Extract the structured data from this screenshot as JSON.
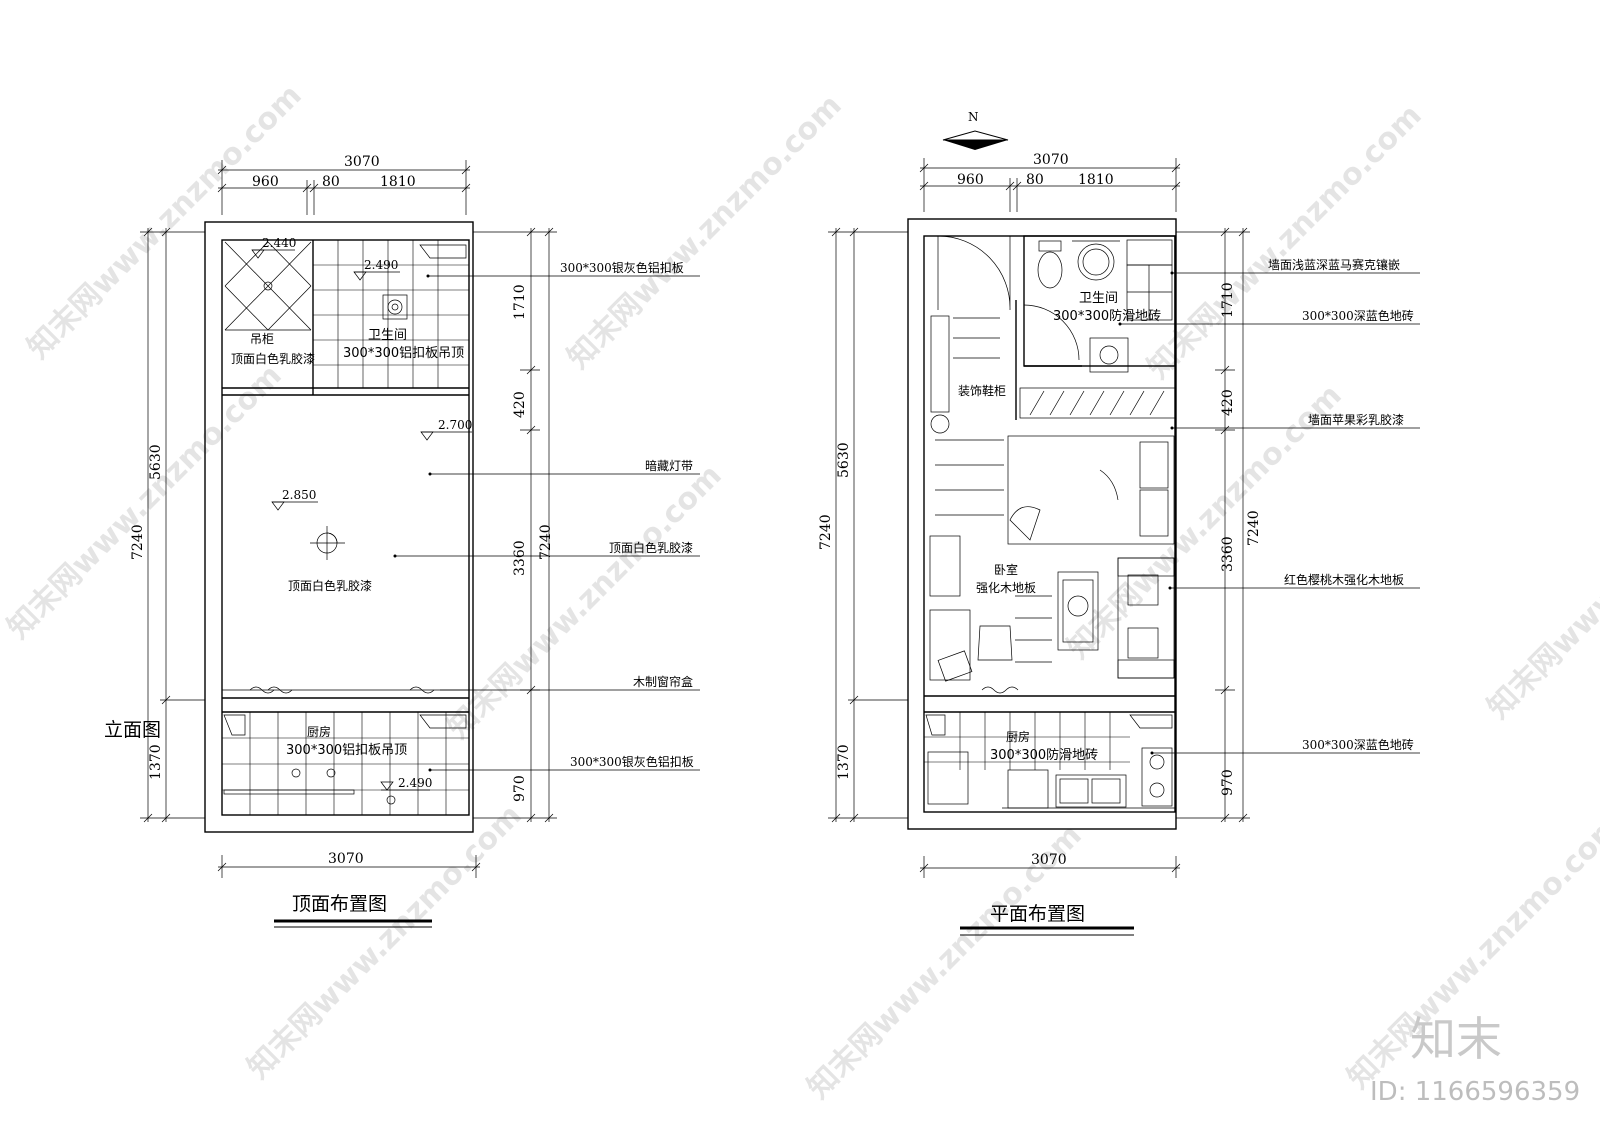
{
  "left_plan": {
    "title": "顶面布置图",
    "partial_title": "立面图",
    "dim_top_total": "3070",
    "dim_top_segments": [
      "960",
      "80",
      "1810"
    ],
    "dim_bottom_total": "3070",
    "dim_left_total": "7240",
    "dim_left_upper": "5630",
    "dim_left_lower": "1370",
    "dim_right_total": "7240",
    "dim_right_segments": [
      "1710",
      "420",
      "3360",
      "970"
    ],
    "elev_2440": "2.440",
    "elev_2490_top": "2.490",
    "elev_2700": "2.700",
    "elev_2850": "2.850",
    "elev_2490_bottom": "2.490",
    "label_cabinet": "吊柜",
    "label_cabinet_ceiling": "顶面白色乳胶漆",
    "label_bath": "卫生间",
    "label_bath_ceiling": "300*300铝扣板吊顶",
    "label_main_ceiling": "顶面白色乳胶漆",
    "label_kitchen": "厨房",
    "label_kitchen_ceiling": "300*300铝扣板吊顶",
    "callouts": [
      "300*300银灰色铝扣板",
      "暗藏灯带",
      "顶面白色乳胶漆",
      "木制窗帘盒",
      "300*300银灰色铝扣板"
    ]
  },
  "right_plan": {
    "title": "平面布置图",
    "north": "N",
    "dim_top_total": "3070",
    "dim_top_segments": [
      "960",
      "80",
      "1810"
    ],
    "dim_bottom_total": "3070",
    "dim_left_total": "7240",
    "dim_left_upper": "5630",
    "dim_left_lower": "1370",
    "dim_right_total": "7240",
    "dim_right_segments": [
      "1710",
      "420",
      "3360",
      "970"
    ],
    "label_bath": "卫生间",
    "label_bath_floor": "300*300防滑地砖",
    "label_shoe": "装饰鞋柜",
    "label_bedroom": "卧室",
    "label_bedroom_floor": "强化木地板",
    "label_kitchen": "厨房",
    "label_kitchen_floor": "300*300防滑地砖",
    "callouts": [
      "墙面浅蓝深蓝马赛克镶嵌",
      "300*300深蓝色地砖",
      "墙面苹果彩乳胶漆",
      "红色樱桃木强化木地板",
      "300*300深蓝色地砖"
    ]
  },
  "watermark": {
    "text": "知末网www.znzmo.com",
    "logo": "知末",
    "id": "ID: 1166596359"
  }
}
